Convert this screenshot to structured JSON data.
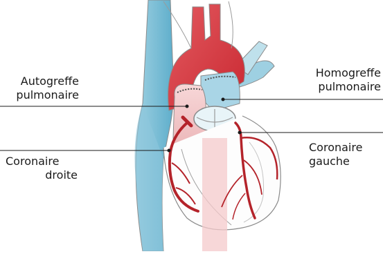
{
  "labels": {
    "autogreffe": {
      "line1": "Autogreffe",
      "line2": "pulmonaire"
    },
    "homogreffe": {
      "line1": "Homogreffe",
      "line2": "pulmonaire"
    },
    "coronaire_droite": {
      "line1": "Coronaire",
      "line2": "droite"
    },
    "coronaire_gauche": {
      "line1": "Coronaire",
      "line2": "gauche"
    }
  },
  "colors": {
    "aorta_red": "#d8333c",
    "pink_tissue": "#f2c3c4",
    "vein_blue": "#7fc3da",
    "vein_blue_light": "#bfe1ec",
    "artery_dark_red": "#b4232a",
    "outline_gray": "#8a8a8a",
    "leader_line": "#1a1a1a"
  }
}
